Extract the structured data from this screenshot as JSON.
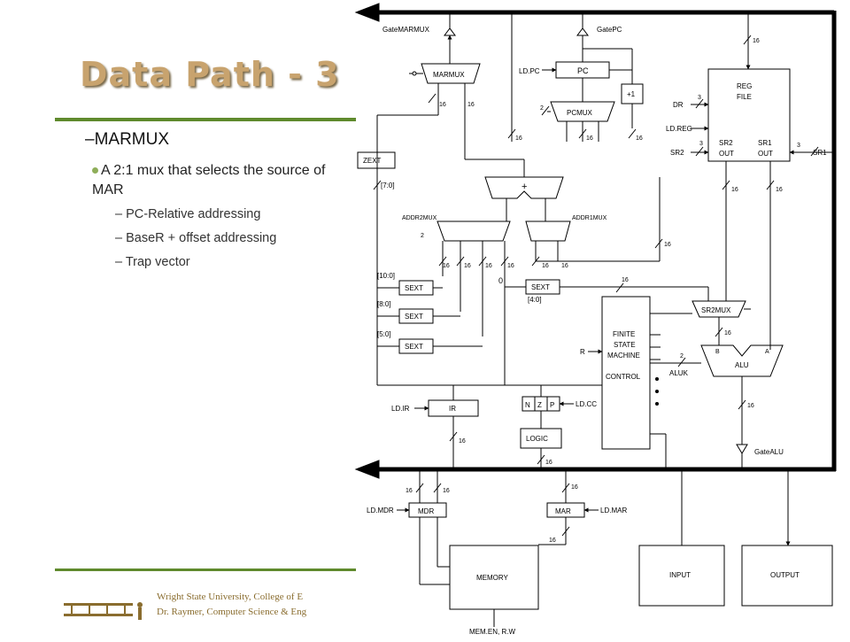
{
  "slide": {
    "title": "Data Path - 3",
    "bullet_main": "–MARMUX",
    "bullet_sub": "A 2:1 mux that selects the source of MAR",
    "sub_items": [
      "– PC-Relative addressing",
      "– BaseR + offset addressing",
      "– Trap vector"
    ],
    "footer_line1": "Wright State University, College of E",
    "footer_line2": "Dr. Raymer, Computer Science & Eng"
  },
  "diagram": {
    "gate_marmux": "GateMARMUX",
    "gate_pc": "GatePC",
    "marmux": "MARMUX",
    "pc": "PC",
    "ld_pc": "LD.PC",
    "plus_one": "+1",
    "pcmux": "PCMUX",
    "reg_file": [
      "REG",
      "FILE"
    ],
    "dr": "DR",
    "ld_reg": "LD.REG",
    "sr2": "SR2",
    "sr1": "SR1",
    "sr2_out": [
      "SR2",
      "OUT"
    ],
    "sr1_out": [
      "SR1",
      "OUT"
    ],
    "zext": "ZEXT",
    "plus": "+",
    "addr2mux": "ADDR2MUX",
    "addr1mux": "ADDR1MUX",
    "sext": "SEXT",
    "bits_10_0": "[10:0]",
    "bits_8_0": "[8:0]",
    "bits_5_0": "[5:0]",
    "bits_4_0": "[4:0]",
    "bits_7_0": "[7:0]",
    "zero": "0",
    "fsm": [
      "FINITE",
      "STATE",
      "MACHINE"
    ],
    "control": "CONTROL",
    "r": "R",
    "sr2mux": "SR2MUX",
    "alu": "ALU",
    "aluk": "ALUK",
    "alu_b": "B",
    "alu_a": "A",
    "ld_ir": "LD.IR",
    "ir": "IR",
    "n": "N",
    "z": "Z",
    "p": "P",
    "ld_cc": "LD.CC",
    "logic": "LOGIC",
    "gate_alu": "GateALU",
    "ld_mdr": "LD.MDR",
    "mdr": "MDR",
    "mar": "MAR",
    "ld_mar": "LD.MAR",
    "memory": "MEMORY",
    "input": "INPUT",
    "output": "OUTPUT",
    "mem_en": "MEM.EN, R.W",
    "w16": "16",
    "w2": "2",
    "w3": "3"
  }
}
